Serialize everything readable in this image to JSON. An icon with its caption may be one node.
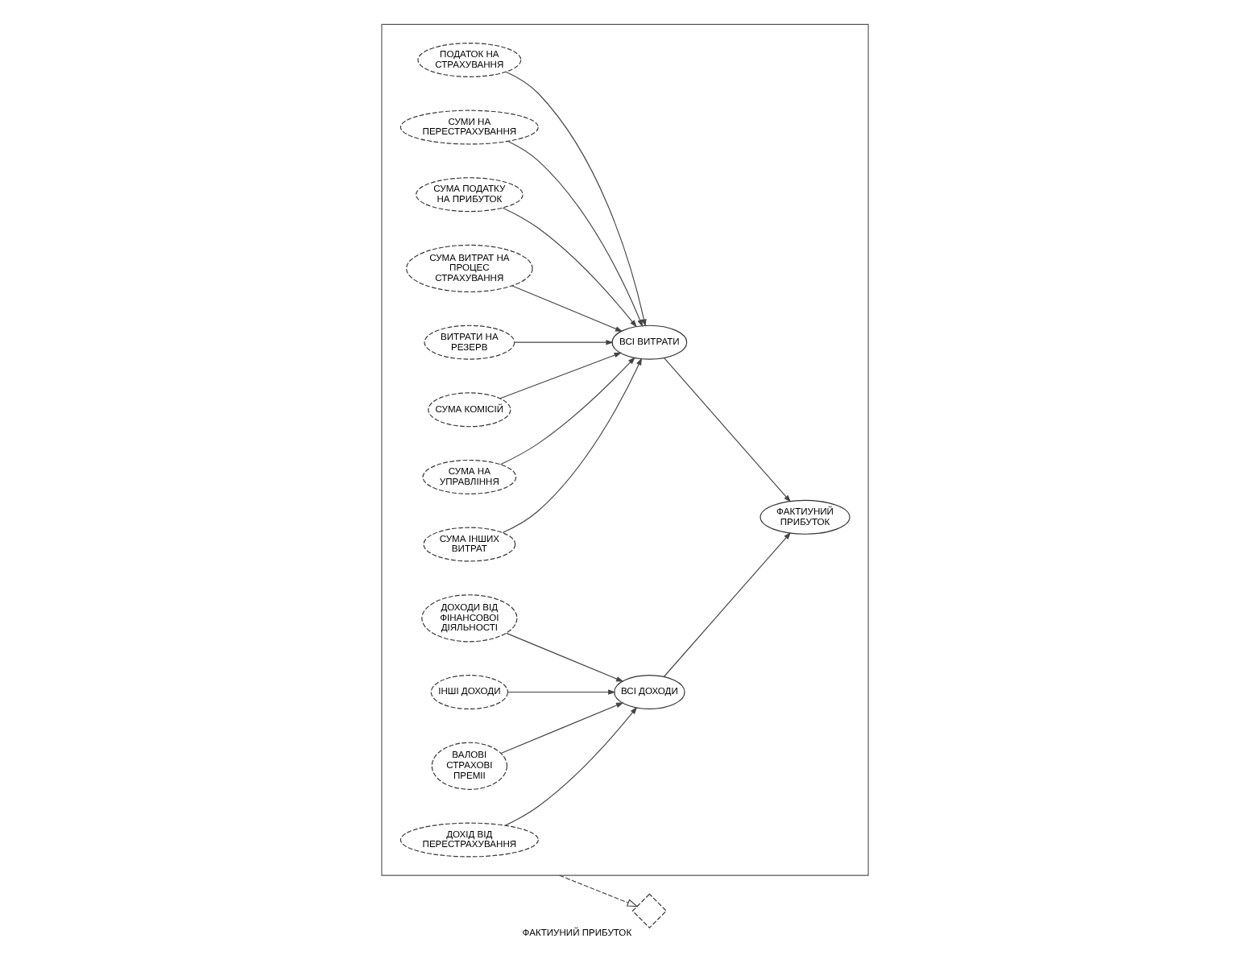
{
  "diagram": {
    "nodes": [
      {
        "text": [
          "ФАКТИУНИЙ ПРИБУТОК"
        ]
      },
      {
        "text": [],
        "shape": "box"
      },
      {
        "text": [
          "ДОХІД ВІД ПЕРЕСТРАХУВАННЯ"
        ],
        "in": 1
      },
      {
        "text": [
          "ІНШІ ДОХОДИ"
        ],
        "in": 1
      },
      {
        "text": [
          "ВАЛОВІ СТРАХОВІ ПРЕМІІ"
        ],
        "in": 1
      },
      {
        "text": [
          "ДОХОДИ ВІД ФІНАНСОВОІ ДІЯЛЬНОСТІ"
        ],
        "in": 1
      },
      {
        "text": [
          "ВСІ ДОХОДИ"
        ],
        "in": 1
      },
      {
        "text": [
          "ФАКТИУНИЙ ПРИБУТОК"
        ],
        "in": 1
      },
      {
        "text": [
          "СУМА ПОДАТКУ НА ПРИБУТОК"
        ],
        "in": 1
      },
      {
        "text": [
          "ВСІ ВИТРАТИ"
        ],
        "in": 1
      },
      {
        "text": [
          "СУМА ВИТРАТ НА ПРОЦЕС СТРАХУВАННЯ"
        ],
        "in": 1
      },
      {
        "text": [
          "ВИТРАТИ НА РЕЗЕРВ"
        ],
        "in": 1
      },
      {
        "text": [
          "СУМА КОМІСІЙ"
        ],
        "in": 1
      },
      {
        "text": [
          "СУМА НА УПРАВЛІННЯ"
        ],
        "in": 1
      },
      {
        "text": [
          "СУМА ІНШИХ ВИТРАТ"
        ],
        "in": 1
      },
      {
        "text": [
          "ПОДАТОК НА СТРАХУВАННЯ"
        ],
        "in": 1
      },
      {
        "text": [
          "СУМИ НА ПЕРЕСТРАХУВАННЯ"
        ],
        "in": 1
      }
    ],
    "edges": [
      {
        "from": 1,
        "to": 0,
        "arrow": "to",
        "style": "dashed"
      },
      {
        "from": 2,
        "to": 6,
        "arrow": "to"
      },
      {
        "from": 3,
        "to": 6,
        "arrow": "to"
      },
      {
        "from": 4,
        "to": 6,
        "arrow": "to"
      },
      {
        "from": 5,
        "to": 6,
        "arrow": "to"
      },
      {
        "from": 6,
        "to": 7,
        "arrow": "to"
      },
      {
        "from": 9,
        "to": 7,
        "arrow": "to"
      },
      {
        "from": 8,
        "to": 9,
        "arrow": "to"
      },
      {
        "from": 10,
        "to": 9,
        "arrow": "to"
      },
      {
        "from": 11,
        "to": 9,
        "arrow": "to"
      },
      {
        "from": 12,
        "to": 9,
        "arrow": "to"
      },
      {
        "from": 13,
        "to": 9,
        "arrow": "to"
      },
      {
        "from": 14,
        "to": 9,
        "arrow": "to"
      },
      {
        "from": 15,
        "to": 9,
        "arrow": "to"
      },
      {
        "from": 16,
        "to": 9,
        "arrow": "to"
      }
    ]
  }
}
